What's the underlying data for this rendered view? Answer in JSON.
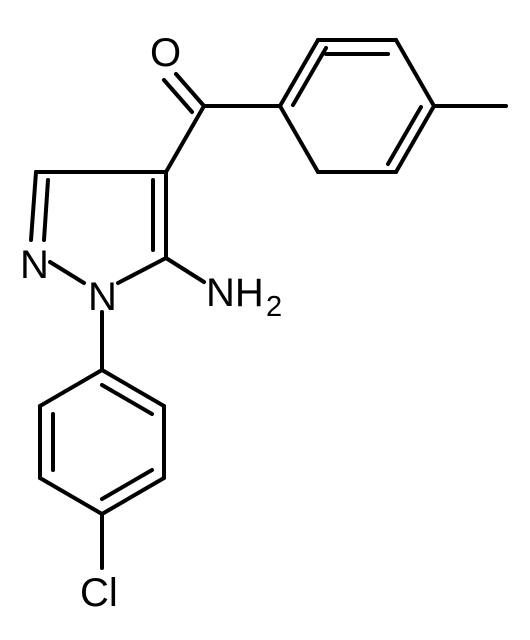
{
  "molecule": {
    "atoms": {
      "oxygen": "O",
      "pyrazole_n2": "N",
      "pyrazole_n1": "N",
      "amine_group": "NH",
      "amine_subscript": "2",
      "chlorine": "Cl"
    }
  },
  "colors": {
    "bond": "#000000",
    "label": "#000000",
    "background": "#ffffff"
  }
}
